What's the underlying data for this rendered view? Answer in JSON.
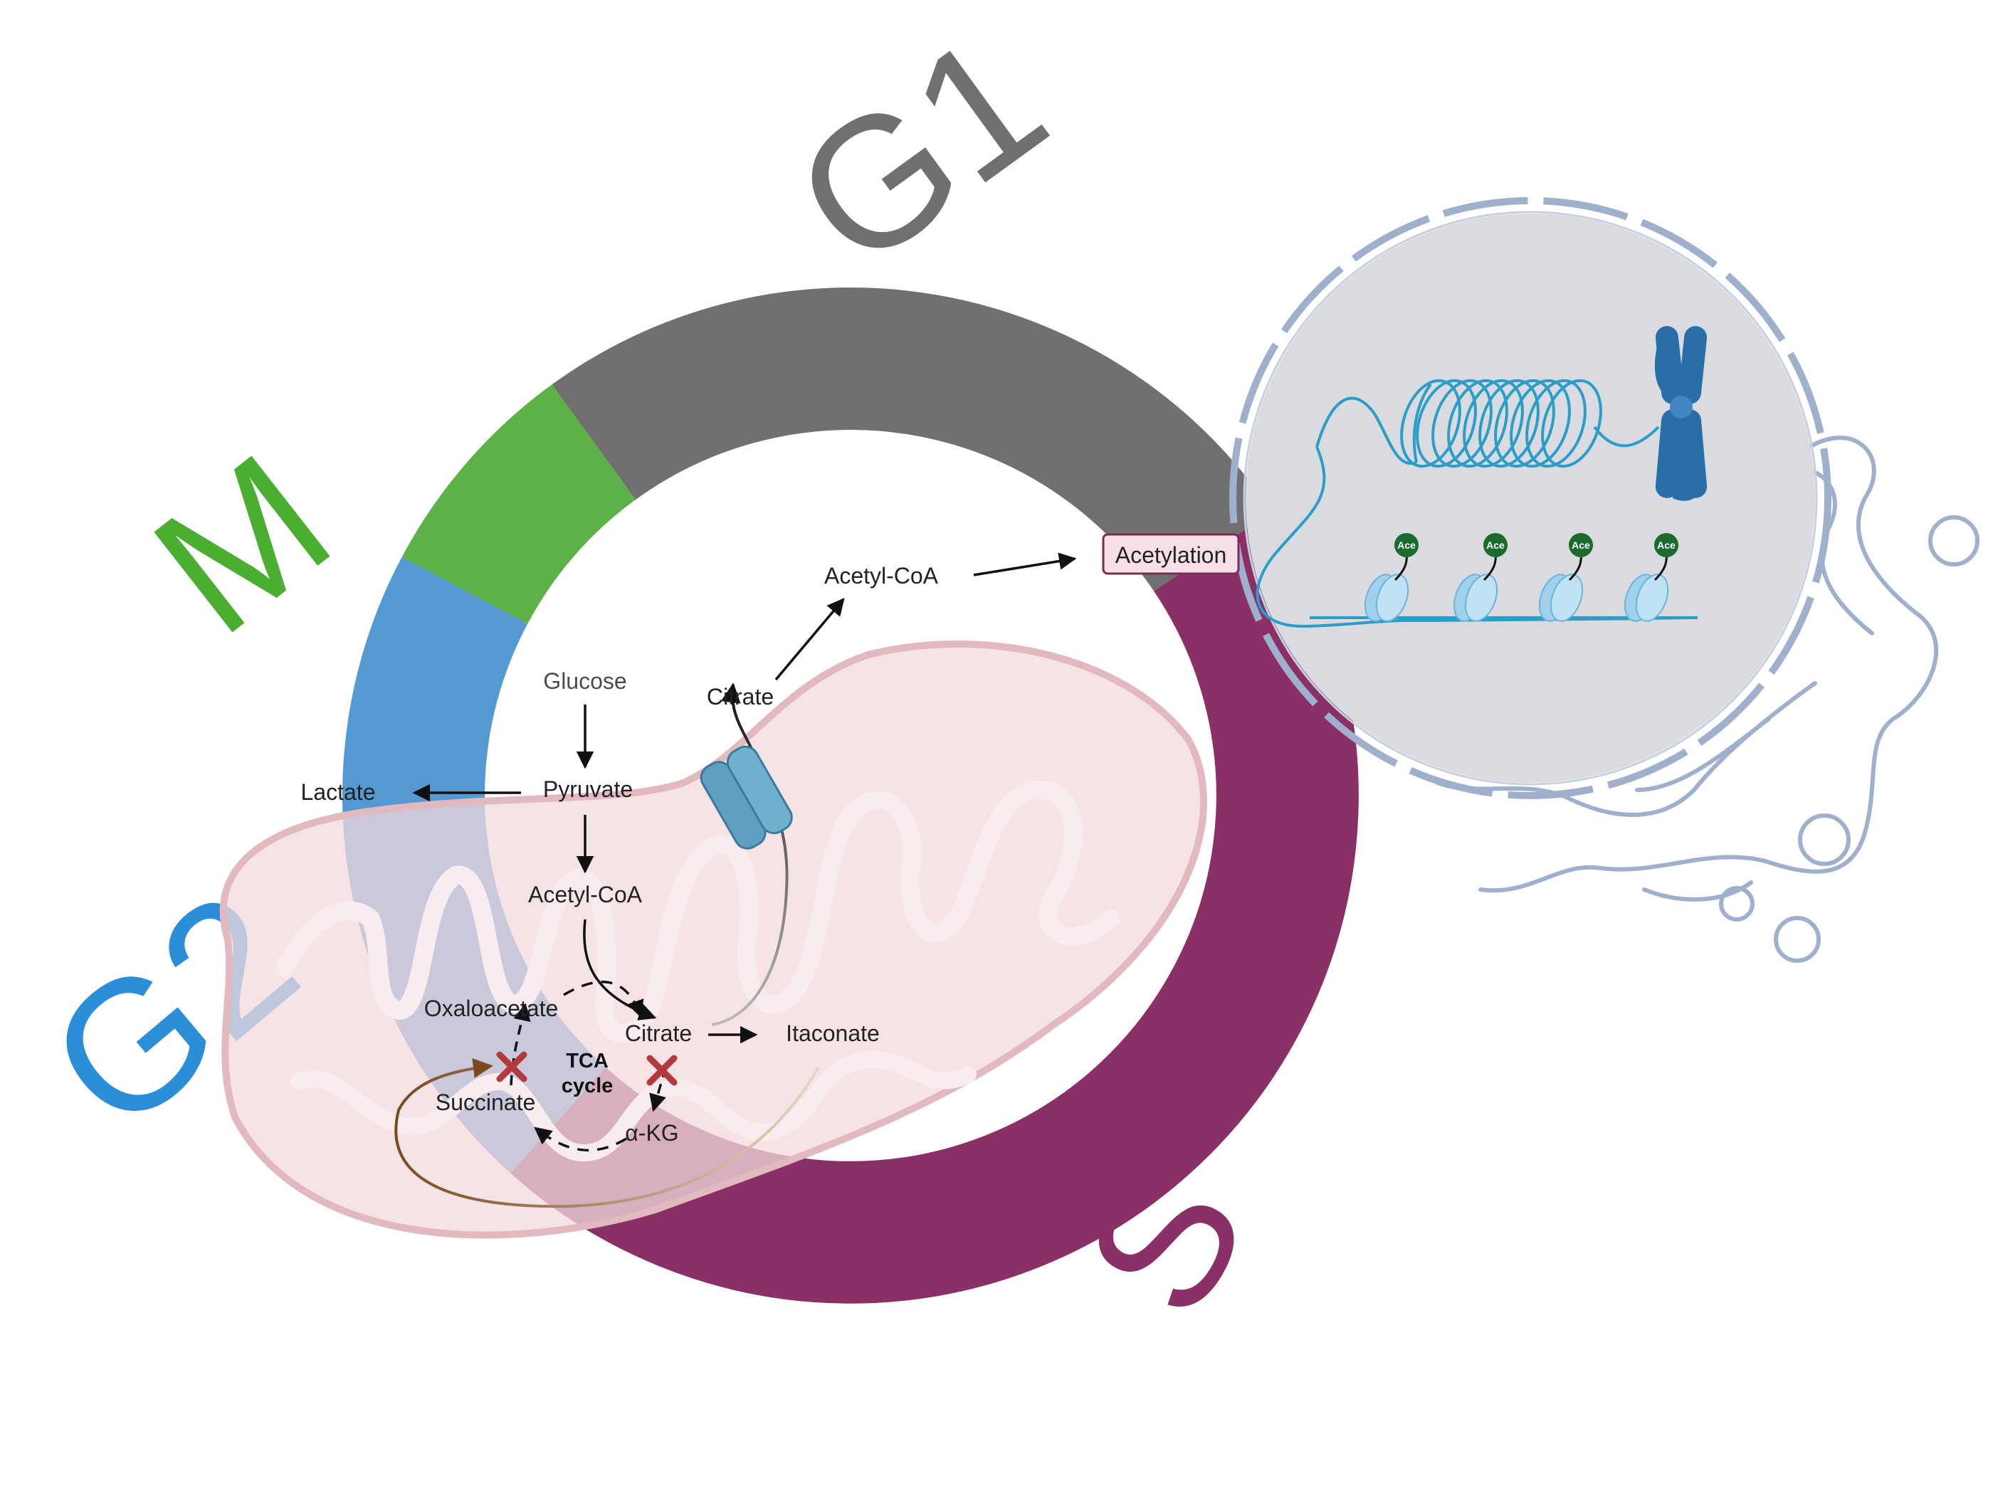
{
  "phases": {
    "g1": {
      "label": "G1",
      "color": "#707070"
    },
    "s": {
      "label": "S",
      "color": "#8a3066"
    },
    "g2": {
      "label": "G2",
      "color": "#2a7fc7"
    },
    "m": {
      "label": "M",
      "color": "#5db146"
    }
  },
  "metabolites": {
    "glucose": "Glucose",
    "pyruvate": "Pyruvate",
    "lactate": "Lactate",
    "acetyl_coa_mito": "Acetyl-CoA",
    "oxaloacetate": "Oxaloacetate",
    "citrate_mito": "Citrate",
    "itaconate": "Itaconate",
    "succinate": "Succinate",
    "akg": "α-KG",
    "tca_line1": "TCA",
    "tca_line2": "cycle",
    "citrate_cyto": "Citrate",
    "acetyl_coa_cyto": "Acetyl-CoA",
    "acetylation": "Acetylation"
  },
  "nucleus": {
    "ace_tag": "Ace"
  },
  "colors": {
    "mitochondria_fill": "#f2dadd",
    "mitochondria_edge": "#e2b9bf",
    "nucleus_fill": "#d9dbe0",
    "envelope": "#9fb0cc",
    "dna": "#2a9dc9",
    "chromosome": "#2a6ea8",
    "ace_badge": "#1b6b2e",
    "inhibition": "#b33a3a",
    "itaconate_curve": "#7a4a1e",
    "acetylation_box": "#f7dfe8"
  }
}
